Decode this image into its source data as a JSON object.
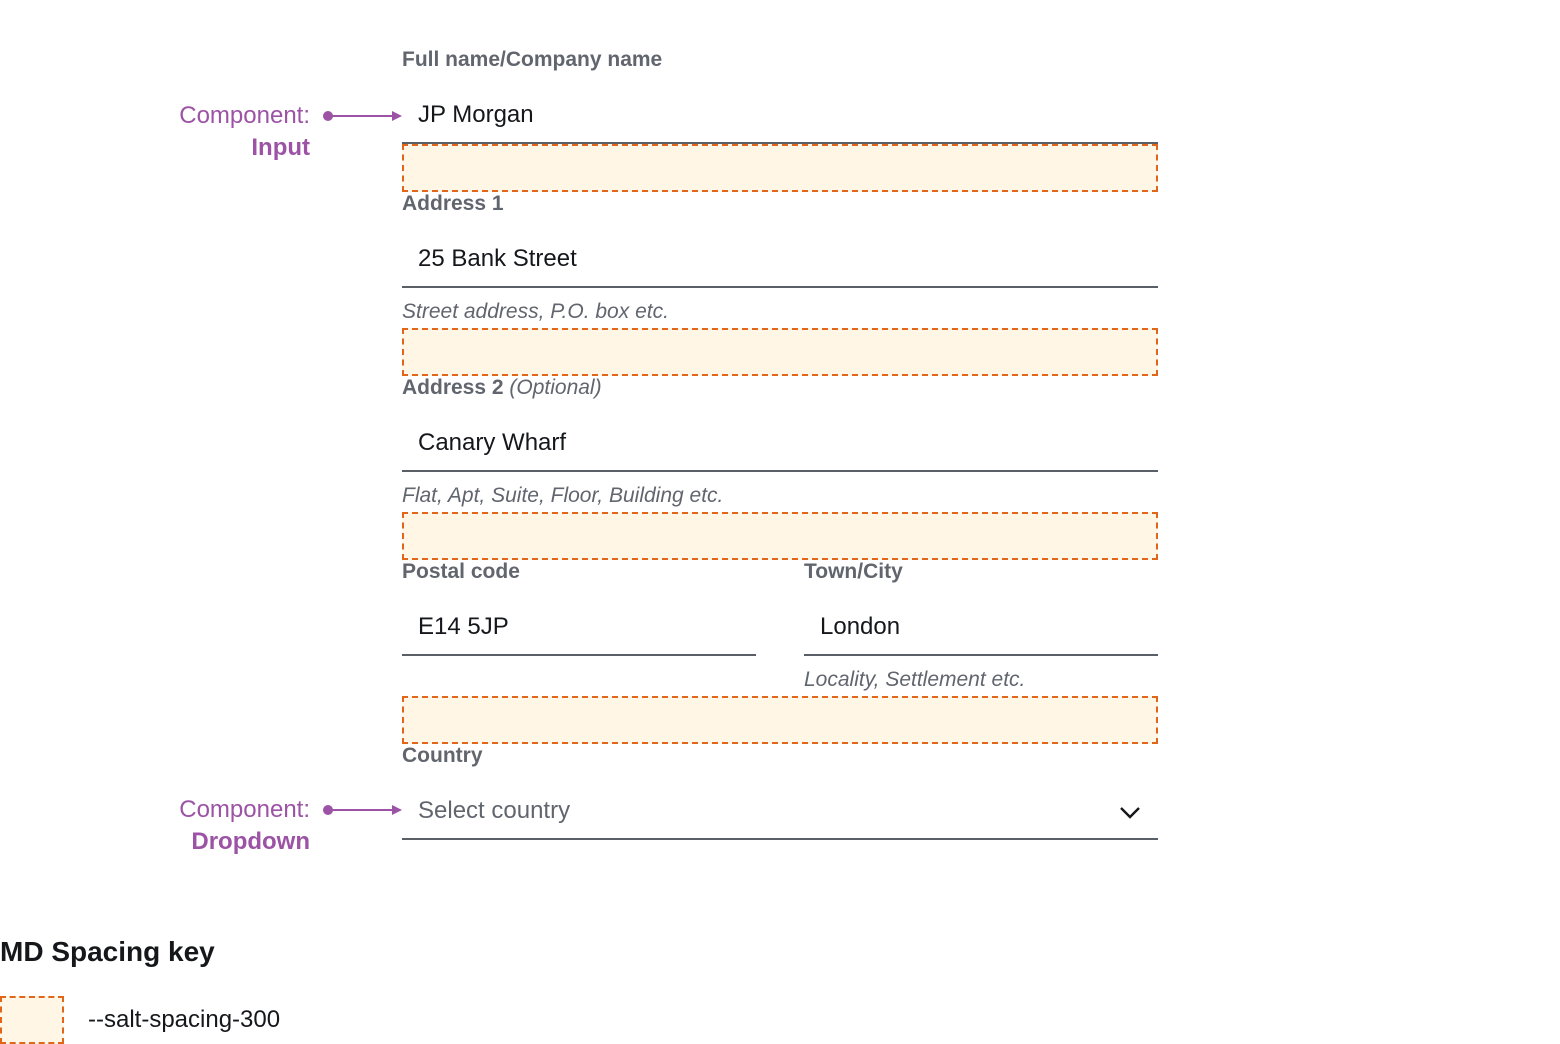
{
  "annotations": {
    "input": {
      "prefix": "Component:",
      "name": "Input"
    },
    "dropdown": {
      "prefix": "Component:",
      "name": "Dropdown"
    },
    "color": "#9c53a5"
  },
  "form": {
    "full_name": {
      "label": "Full name/Company name",
      "value": "JP Morgan"
    },
    "address1": {
      "label": "Address 1",
      "value": "25 Bank Street",
      "helper": "Street address, P.O. box etc."
    },
    "address2": {
      "label": "Address 2",
      "optional": "(Optional)",
      "value": "Canary Wharf",
      "helper": "Flat, Apt, Suite, Floor, Building etc."
    },
    "postal_code": {
      "label": "Postal code",
      "value": "E14 5JP"
    },
    "town": {
      "label": "Town/City",
      "value": "London",
      "helper": "Locality, Settlement etc."
    },
    "country": {
      "label": "Country",
      "placeholder": "Select country",
      "icon": "chevron-down-icon"
    }
  },
  "spacing_key": {
    "title": "MD Spacing key",
    "items": [
      {
        "label": "--salt-spacing-300",
        "fill": "#fff6e6",
        "border": "#e0661b"
      }
    ]
  }
}
